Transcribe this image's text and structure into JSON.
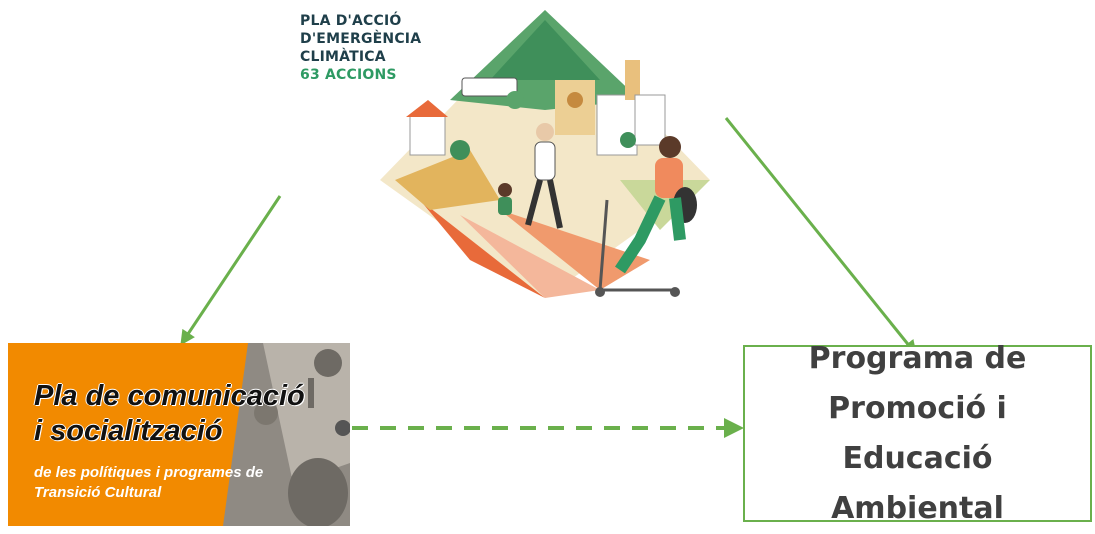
{
  "top_node": {
    "title_lines": [
      "PLA D'ACCIÓ",
      "D'EMERGÈNCIA",
      "CLIMÀTICA"
    ],
    "accent_line": "63 ACCIONS",
    "illustration": "climate-emergency-city-illustration"
  },
  "left_node": {
    "title_line1": "Pla de comunicació",
    "title_line2": "i socialització",
    "subtitle_line1": "de les polítiques i programes de",
    "subtitle_line2": "Transició Cultural"
  },
  "right_node": {
    "label": "Programa de Promoció i Educació Ambiental"
  },
  "edges": [
    {
      "from": "top_node",
      "to": "left_node",
      "style": "solid"
    },
    {
      "from": "top_node",
      "to": "right_node",
      "style": "solid"
    },
    {
      "from": "left_node",
      "to": "right_node",
      "style": "dashed"
    }
  ],
  "colors": {
    "arrow": "#6ab04c",
    "orange": "#f28a00",
    "accent_green": "#2e9a63",
    "title_dark": "#1f3f4a"
  }
}
